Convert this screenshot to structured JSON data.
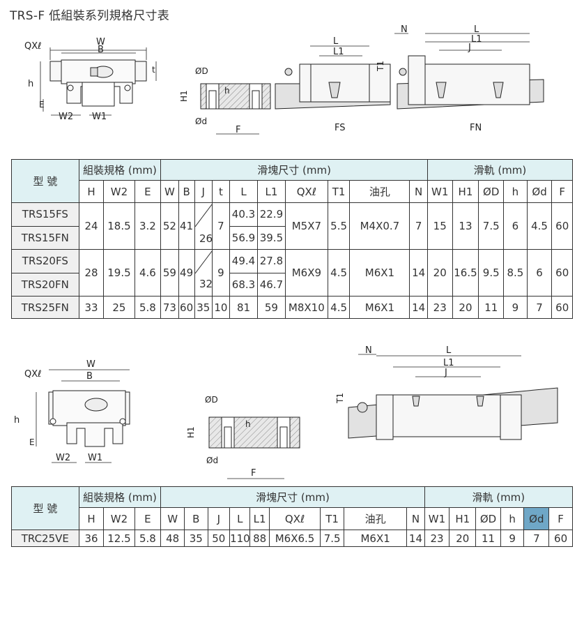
{
  "page": {
    "title": "TRS-F 低組裝系列規格尺寸表"
  },
  "drawing1": {
    "labels": {
      "qxl": "QXℓ",
      "w": "W",
      "b": "B",
      "t": "t",
      "h": "h",
      "e": "E",
      "w2": "W2",
      "w1": "W1",
      "od_big": "ØD",
      "h1": "H1",
      "od_small": "Ød",
      "f": "F",
      "l": "L",
      "l1": "L1",
      "t1": "T1",
      "n": "N",
      "j": "J",
      "fs": "FS",
      "fn": "FN"
    }
  },
  "drawing2": {
    "labels": {
      "qxl": "QXℓ",
      "w": "W",
      "b": "B",
      "h": "h",
      "e": "E",
      "w2": "W2",
      "w1": "W1",
      "od_big": "ØD",
      "h1": "H1",
      "od_small": "Ød",
      "f": "F",
      "n": "N",
      "l": "L",
      "l1": "L1",
      "j": "J",
      "t1": "T1"
    }
  },
  "table1": {
    "group_model": "型 號",
    "group_assembly": "組裝規格 (mm)",
    "group_block": "滑塊尺寸 (mm)",
    "group_rail": "滑軌 (mm)",
    "cols": {
      "h": "H",
      "w2": "W2",
      "e": "E",
      "w": "W",
      "b": "B",
      "j": "J",
      "t": "t",
      "l": "L",
      "l1": "L1",
      "qxl": "QXℓ",
      "t1": "T1",
      "oil": "油孔",
      "n": "N",
      "w1": "W1",
      "h1": "H1",
      "od_big": "ØD",
      "h_small": "h",
      "od_small": "Ød",
      "f": "F"
    },
    "rows": {
      "r15fs": {
        "model": "TRS15FS",
        "l": "40.3",
        "l1": "22.9"
      },
      "r15fn": {
        "model": "TRS15FN",
        "j": "26",
        "l": "56.9",
        "l1": "39.5"
      },
      "g15": {
        "h": "24",
        "w2": "18.5",
        "e": "3.2",
        "w": "52",
        "b": "41",
        "t": "7",
        "qxl": "M5X7",
        "t1": "5.5",
        "oil": "M4X0.7",
        "n": "7",
        "w1": "15",
        "h1": "13",
        "od_big": "7.5",
        "h_small": "6",
        "od_small": "4.5",
        "f": "60"
      },
      "r20fs": {
        "model": "TRS20FS",
        "l": "49.4",
        "l1": "27.8"
      },
      "r20fn": {
        "model": "TRS20FN",
        "j": "32",
        "l": "68.3",
        "l1": "46.7"
      },
      "g20": {
        "h": "28",
        "w2": "19.5",
        "e": "4.6",
        "w": "59",
        "b": "49",
        "t": "9",
        "qxl": "M6X9",
        "t1": "4.5",
        "oil": "M6X1",
        "n": "14",
        "w1": "20",
        "h1": "16.5",
        "od_big": "9.5",
        "h_small": "8.5",
        "od_small": "6",
        "f": "60"
      },
      "r25fn": {
        "model": "TRS25FN",
        "h": "33",
        "w2": "25",
        "e": "5.8",
        "w": "73",
        "b": "60",
        "j": "35",
        "t": "10",
        "l": "81",
        "l1": "59",
        "qxl": "M8X10",
        "t1": "4.5",
        "oil": "M6X1",
        "n": "14",
        "w1": "23",
        "h1": "20",
        "od_big": "11",
        "h_small": "9",
        "od_small": "7",
        "f": "60"
      }
    }
  },
  "table2": {
    "group_model": "型 號",
    "group_assembly": "組裝規格 (mm)",
    "group_block": "滑塊尺寸 (mm)",
    "group_rail": "滑軌 (mm)",
    "cols": {
      "h": "H",
      "w2": "W2",
      "e": "E",
      "w": "W",
      "b": "B",
      "j": "J",
      "l": "L",
      "l1": "L1",
      "qxl": "QXℓ",
      "t1": "T1",
      "oil": "油孔",
      "n": "N",
      "w1": "W1",
      "h1": "H1",
      "od_big": "ØD",
      "h_small": "h",
      "od_small": "Ød",
      "f": "F"
    },
    "row": {
      "model": "TRC25VE",
      "h": "36",
      "w2": "12.5",
      "e": "5.8",
      "w": "48",
      "b": "35",
      "j": "50",
      "l": "110",
      "l1": "88",
      "qxl": "M6X6.5",
      "t1": "7.5",
      "oil": "M6X1",
      "n": "14",
      "w1": "23",
      "h1": "20",
      "od_big": "11",
      "h_small": "9",
      "od_small": "7",
      "f": "60"
    }
  },
  "colors": {
    "header_bg": "#dff1f3",
    "model_bg": "#f0f0f0",
    "highlight": "#6fa7c7",
    "rail": "#d9d9d9"
  }
}
